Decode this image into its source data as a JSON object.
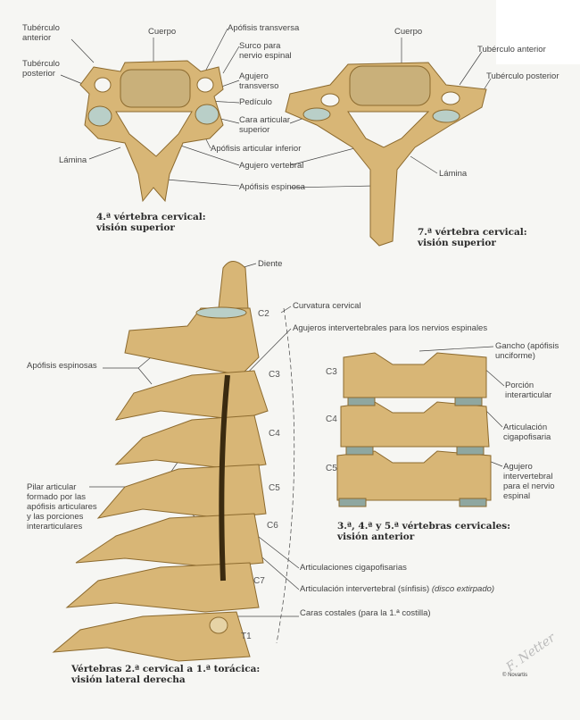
{
  "top_left_figure": {
    "caption": "4.ª vértebra cervical:\nvisión superior",
    "labels": {
      "tuberculo_anterior": "Tubérculo\nanterior",
      "tuberculo_posterior": "Tubérculo\nposterior",
      "cuerpo": "Cuerpo",
      "apofisis_transversa": "Apófisis transversa",
      "surco": "Surco para\nnervio espinal",
      "agujero_transverso": "Agujero\ntransverso",
      "pediculo": "Pedículo",
      "cara_articular": "Cara articular\nsuperior",
      "apofisis_articular_inferior": "Apófisis articular inferior",
      "lamina": "Lámina",
      "agujero_vertebral": "Agujero vertebral",
      "apofisis_espinosa": "Apófisis espinosa"
    }
  },
  "top_right_figure": {
    "caption": "7.ª vértebra cervical:\nvisión superior",
    "labels": {
      "cuerpo": "Cuerpo",
      "tuberculo_anterior": "Tubérculo anterior",
      "tuberculo_posterior": "Tubérculo posterior",
      "lamina": "Lámina"
    }
  },
  "lateral_figure": {
    "caption": "Vértebras 2.ª cervical a 1.ª torácica:\nvisión lateral derecha",
    "levels": [
      "C2",
      "C3",
      "C4",
      "C5",
      "C6",
      "C7",
      "T1"
    ],
    "labels": {
      "diente": "Diente",
      "curvatura": "Curvatura cervical",
      "agujeros": "Agujeros intervertebrales para los nervios espinales",
      "apofisis_espinosas": "Apófisis espinosas",
      "pilar": "Pilar articular\nformado por las\napófisis articulares\ny las porciones\ninterarticulares",
      "articulaciones": "Articulaciones cigapofisarias",
      "articulacion_intervertebral": "Articulación intervertebral (sínfisis)",
      "disco": "(disco extirpado)",
      "caras_costales": "Caras costales (para la 1.ª costilla)"
    }
  },
  "anterior_figure": {
    "caption": "3.ª, 4.ª y 5.ª vértebras cervicales:\nvisión anterior",
    "levels": [
      "C3",
      "C4",
      "C5"
    ],
    "labels": {
      "gancho": "Gancho (apófisis\nunciforme)",
      "porcion": "Porción\ninterarticular",
      "articulacion": "Articulación\ncigapofisaria",
      "agujero": "Agujero\nintervertebral\npara el nervio\nespinal"
    }
  },
  "credit": {
    "signature": "F. Netter",
    "copyright": "© Novartis"
  },
  "colors": {
    "bone": "#d8b676",
    "bone_dark": "#a9843f",
    "cartilage": "#b9cfc8",
    "background": "#f6f6f3"
  }
}
